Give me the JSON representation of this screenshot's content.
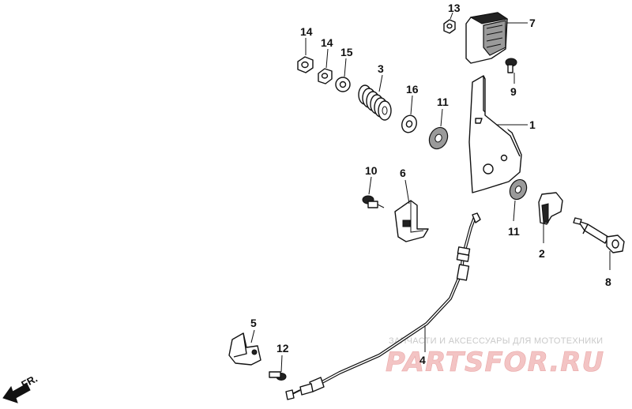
{
  "callouts": {
    "p1": "1",
    "p2": "2",
    "p3": "3",
    "p4": "4",
    "p5": "5",
    "p6": "6",
    "p7": "7",
    "p8": "8",
    "p9": "9",
    "p10": "10",
    "p11a": "11",
    "p11b": "11",
    "p12": "12",
    "p13": "13",
    "p14a": "14",
    "p14b": "14",
    "p15": "15",
    "p16": "16"
  },
  "front_marker": "FR.",
  "watermark": {
    "caption": "ЗАПЧАСТИ И АКСЕССУАРЫ ДЛЯ МОТОТЕХНИКИ",
    "logo": "PARTSFOR.RU"
  }
}
